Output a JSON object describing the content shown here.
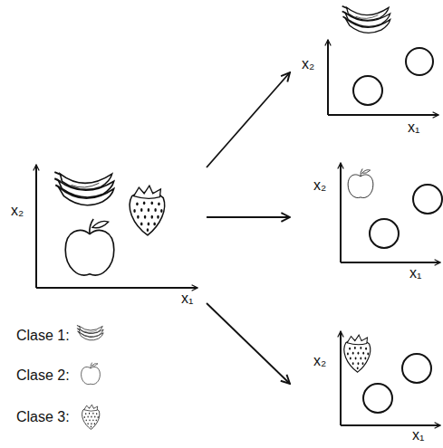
{
  "diagram": {
    "nodes": [
      {
        "text": [
          "x₂",
          "x₁"
        ]
      },
      {
        "text": [
          "x₂",
          "x₁"
        ]
      },
      {
        "text": [
          "x₂",
          "x₁"
        ]
      },
      {
        "text": [
          "x₂",
          "x₁"
        ]
      }
    ],
    "edges": [
      {
        "from": 0,
        "to": 1,
        "arrow": "to"
      },
      {
        "from": 0,
        "to": 2,
        "arrow": "to"
      },
      {
        "from": 0,
        "to": 3,
        "arrow": "to"
      }
    ],
    "labels": [
      "Clase 1:",
      "Clase 2:",
      "Clase 3:"
    ]
  }
}
